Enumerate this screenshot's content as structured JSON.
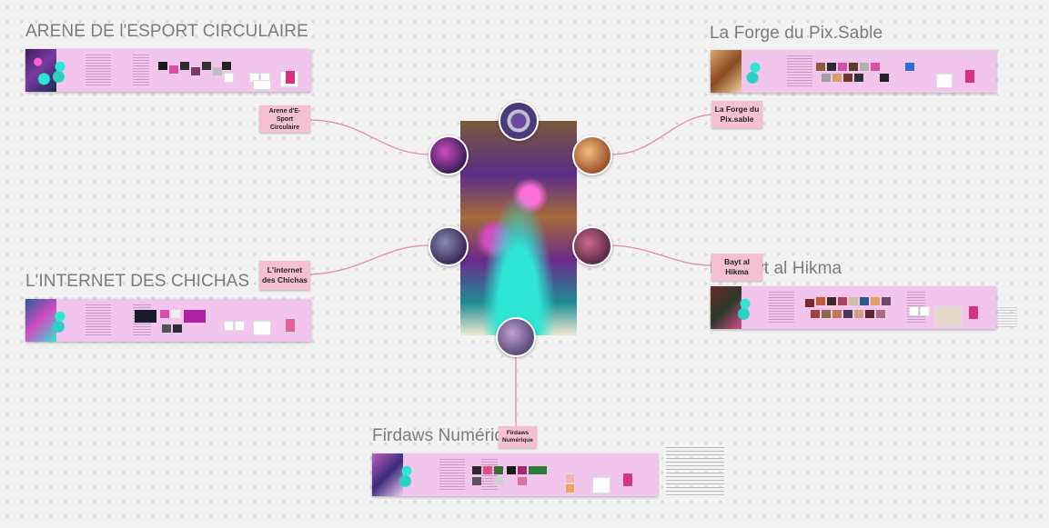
{
  "titles": {
    "arene": "ARENE DE l'ESPORT CIRCULAIRE",
    "forge": "La Forge du Pix.Sable",
    "chichas": "L'INTERNET DES CHICHAS",
    "hikma": "La Bayt al Hikma",
    "firdaws": "Firdaws Numérique"
  },
  "stickies": {
    "arene": "Arene d'E-Sport Circulaire",
    "forge": "La Forge du Pix.sable",
    "chichas": "L'internet des Chichas",
    "hikma": "Bayt al Hikma",
    "firdaws": "Firdaws Numérique"
  },
  "colors": {
    "board": "#f2c6ec",
    "sticky": "#f6c0d4",
    "connector": "#e88aa6",
    "canvas": "#f2f2f2"
  },
  "icons": [
    "mind-map-node-image",
    "board-thumbnail-art"
  ]
}
